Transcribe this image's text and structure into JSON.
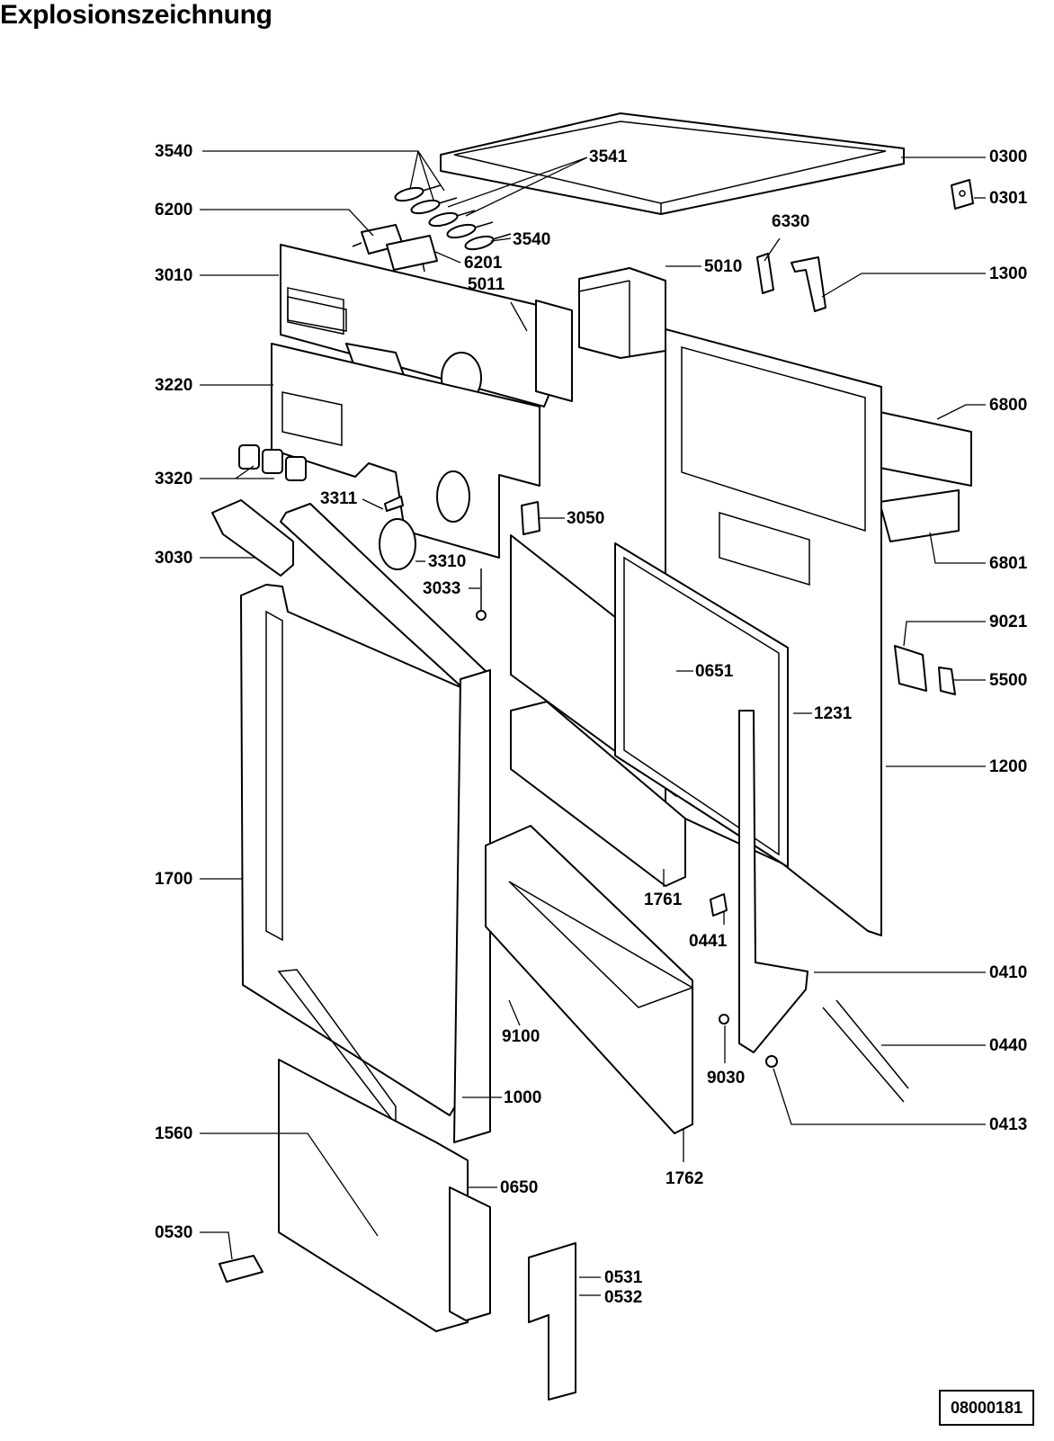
{
  "title": "Explosionszeichnung",
  "doc_code": "08000181",
  "parts": {
    "p3540a": "3540",
    "p3541": "3541",
    "p0300": "0300",
    "p0301": "0301",
    "p6200": "6200",
    "p6201": "6201",
    "p3540b": "3540",
    "p6330": "6330",
    "p3010": "3010",
    "p5010": "5010",
    "p5011": "5011",
    "p1300": "1300",
    "p3220": "3220",
    "p6800": "6800",
    "p3320": "3320",
    "p3311": "3311",
    "p3050": "3050",
    "p3030": "3030",
    "p3310": "3310",
    "p3033": "3033",
    "p6801": "6801",
    "p9021": "9021",
    "p0651": "0651",
    "p5500": "5500",
    "p1231": "1231",
    "p1200": "1200",
    "p1700": "1700",
    "p1761": "1761",
    "p0441": "0441",
    "p0410": "0410",
    "p9100": "9100",
    "p9030": "9030",
    "p0440": "0440",
    "p1000": "1000",
    "p0413": "0413",
    "p1560": "1560",
    "p0650": "0650",
    "p1762": "1762",
    "p0530": "0530",
    "p0531": "0531",
    "p0532": "0532"
  }
}
